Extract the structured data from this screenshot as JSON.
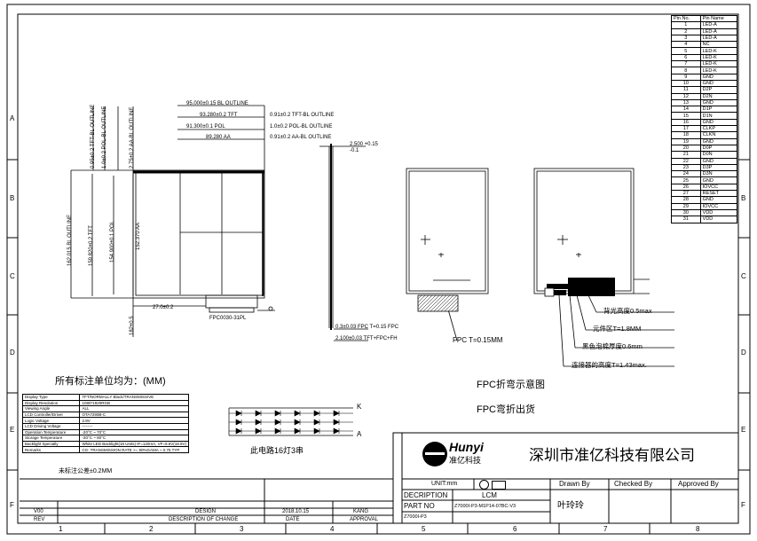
{
  "frame": {
    "columns": [
      "1",
      "2",
      "3",
      "4",
      "5",
      "6",
      "7",
      "8"
    ],
    "rows": [
      "A",
      "B",
      "C",
      "D",
      "E",
      "F"
    ]
  },
  "pin_table": {
    "headers": [
      "Pin No.",
      "Pin Name"
    ],
    "rows": [
      [
        "1",
        "LED-A"
      ],
      [
        "2",
        "LED-A"
      ],
      [
        "3",
        "LED-A"
      ],
      [
        "4",
        "NC"
      ],
      [
        "5",
        "LED-K"
      ],
      [
        "6",
        "LED-K"
      ],
      [
        "7",
        "LED-K"
      ],
      [
        "8",
        "LED-K"
      ],
      [
        "9",
        "GND"
      ],
      [
        "10",
        "GND"
      ],
      [
        "11",
        "D2P"
      ],
      [
        "12",
        "D2N"
      ],
      [
        "13",
        "GND"
      ],
      [
        "14",
        "D1P"
      ],
      [
        "15",
        "D1N"
      ],
      [
        "16",
        "GND"
      ],
      [
        "17",
        "CLKP"
      ],
      [
        "18",
        "CLKN"
      ],
      [
        "19",
        "GND"
      ],
      [
        "20",
        "D0P"
      ],
      [
        "21",
        "D0N"
      ],
      [
        "22",
        "GND"
      ],
      [
        "23",
        "D3P"
      ],
      [
        "24",
        "D3N"
      ],
      [
        "25",
        "GND"
      ],
      [
        "26",
        "IOVCC"
      ],
      [
        "27",
        "RESET"
      ],
      [
        "28",
        "GND"
      ],
      [
        "29",
        "IOVCC"
      ],
      [
        "30",
        "VDD"
      ],
      [
        "31",
        "VDD"
      ]
    ]
  },
  "front_view": {
    "dims": [
      "95.000±0.15 BL OUTLINE",
      "93.280±0.2 TFT",
      "91.300±0.1 POL",
      "89.280 AA",
      "0.91±0.2 TFT-BL OUTLINE",
      "1.0±0.2 POL-BL OUTLINE",
      "0.91±0.2 AA-BL OUTLINE",
      "0.95±0.2 TFT-BL OUTLINE",
      "1.0±0.2 POL-BL OUTLINE",
      "2.75±0.2 AA-BL OUTLINE",
      "162.015 BL OUTLINE",
      "159.820±0.2 TFT",
      "154.900±0.1 POL",
      "152.370 AA",
      "27.0±0.2",
      "182±0.5",
      "FPC0030-31PL"
    ]
  },
  "side_view": {
    "dims": [
      "2.500 +0.15 -0.1",
      "0.3±0.03 FPC T=0.15 FPC",
      "2.100±0.03 TFT+FPC+FH"
    ],
    "fpc_label": "FPC T=0.15MM"
  },
  "back_view": {
    "notes": [
      "背光高度0.5max",
      "元件区T=1.8MM",
      "黑色泡棉厚度0.6mm",
      "连接器的高度T=1.43max."
    ]
  },
  "captions": {
    "units_note": "所有标注单位均为：(MM)",
    "fpc_bend": "FPC折弯示意图",
    "fpc_out": "FPC弯折出货",
    "led_note": "此电路16灯3串",
    "k_label": "K",
    "a_label": "A",
    "tolerance": "未标注公差±0.2MM"
  },
  "spec_table": [
    [
      "Display Type",
      "TFT/NORMALLY Black/TRANSMISSIVE"
    ],
    [
      "Display Resolution",
      "1080*1920RGB"
    ],
    [
      "Viewing Angle",
      "ALL"
    ],
    [
      "LCD Controller/Driver",
      "OTA7290B-C"
    ],
    [
      "Logic Voltage",
      "2.8V"
    ],
    [
      "LCD Driving Voltage",
      "--------"
    ],
    [
      "Operation Temperature",
      "-20°C ~ 70°C"
    ],
    [
      "Storage Temperature",
      "-30°C ~ 80°C"
    ],
    [
      "Backlight Specially",
      "White LED Backlight(16 Units) IF=120mA, VF=9.6V(18.9V)"
    ],
    [
      "Remarks",
      "CG: TRANSMISSION RATE >= 90%GAMA ~ 0.75 TYP"
    ]
  ],
  "revision": {
    "headers": [
      "REV",
      "DESCRIPTION OF CHANGE",
      "DATE",
      "APPROVAL"
    ],
    "row": [
      "V00",
      "DESIGN",
      "2018.10.15",
      "KANG"
    ]
  },
  "title_block": {
    "company_en": "Hunyi",
    "company_cn_small": "准亿科技",
    "company_cn": "深圳市准亿科技有限公司",
    "unit_label": "UNIT:mm",
    "description_label": "DECRIPTION",
    "description": "LCM",
    "partno_label": "PART NO",
    "partno": "Z7000I-P3-M1P14-07BC-V3",
    "drawn_by_label": "Drawn By",
    "checked_by_label": "Checked By",
    "approved_by_label": "Approved By",
    "drawn_by": "叶玲玲",
    "partno_row3": "Z7000I-P3"
  }
}
